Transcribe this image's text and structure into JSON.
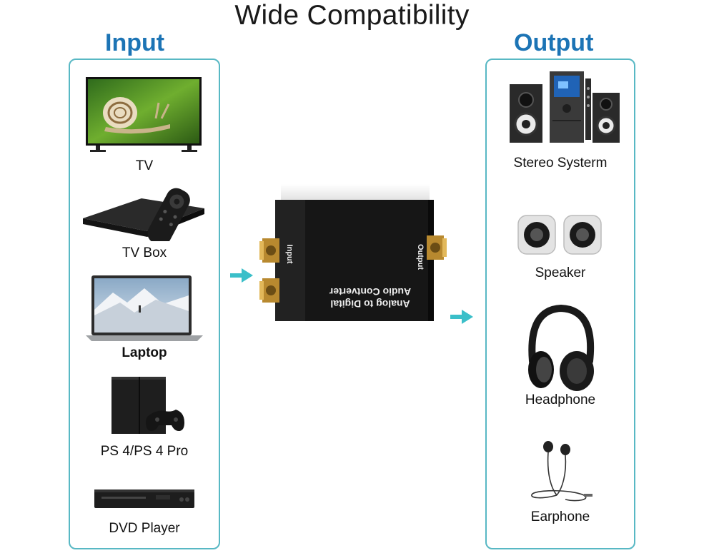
{
  "title": "Wide Compatibility",
  "input": {
    "heading": "Input",
    "items": [
      {
        "label": "TV",
        "icon": "tv-icon"
      },
      {
        "label": "TV Box",
        "icon": "tv-box-icon"
      },
      {
        "label": "Laptop",
        "icon": "laptop-icon"
      },
      {
        "label": "PS 4/PS 4 Pro",
        "icon": "game-console-icon"
      },
      {
        "label": "DVD Player",
        "icon": "dvd-player-icon"
      }
    ]
  },
  "output": {
    "heading": "Output",
    "items": [
      {
        "label": "Stereo Systerm",
        "icon": "stereo-system-icon"
      },
      {
        "label": "Speaker",
        "icon": "speaker-icon"
      },
      {
        "label": "Headphone",
        "icon": "headphone-icon"
      },
      {
        "label": "Earphone",
        "icon": "earphone-icon"
      }
    ]
  },
  "device": {
    "input_label": "Input",
    "output_label": "Output",
    "name_line1": "Analog to Digital",
    "name_line2": "Audio Contverter"
  },
  "colors": {
    "heading": "#1c74b5",
    "panel_border": "#58b8c4",
    "arrow": "#3bbfc9"
  }
}
